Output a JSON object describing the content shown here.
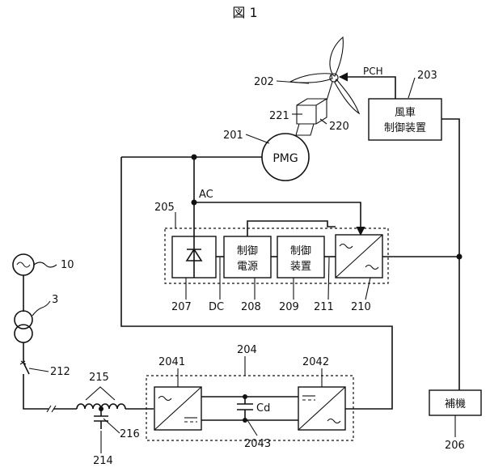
{
  "figure_title": "図 1",
  "labels": {
    "pch": "PCH",
    "ac": "AC",
    "dc": "DC",
    "cd": "Cd"
  },
  "blocks": {
    "pmg": "PMG",
    "turbine_ctrl_line1": "風車",
    "turbine_ctrl_line2": "制御装置",
    "ctrl_psu_line1": "制御",
    "ctrl_psu_line2": "電源",
    "ctrl_dev_line1": "制御",
    "ctrl_dev_line2": "装置",
    "aux": "補機"
  },
  "refs": {
    "r202": "202",
    "r203": "203",
    "r221": "221",
    "r220": "220",
    "r201": "201",
    "r205": "205",
    "r207": "207",
    "r208": "208",
    "r209": "209",
    "r211": "211",
    "r210": "210",
    "r10": "10",
    "r3": "3",
    "r212": "212",
    "r204": "204",
    "r2041": "2041",
    "r2042": "2042",
    "r215": "215",
    "r216": "216",
    "r214": "214",
    "r2043": "2043",
    "r206": "206"
  }
}
